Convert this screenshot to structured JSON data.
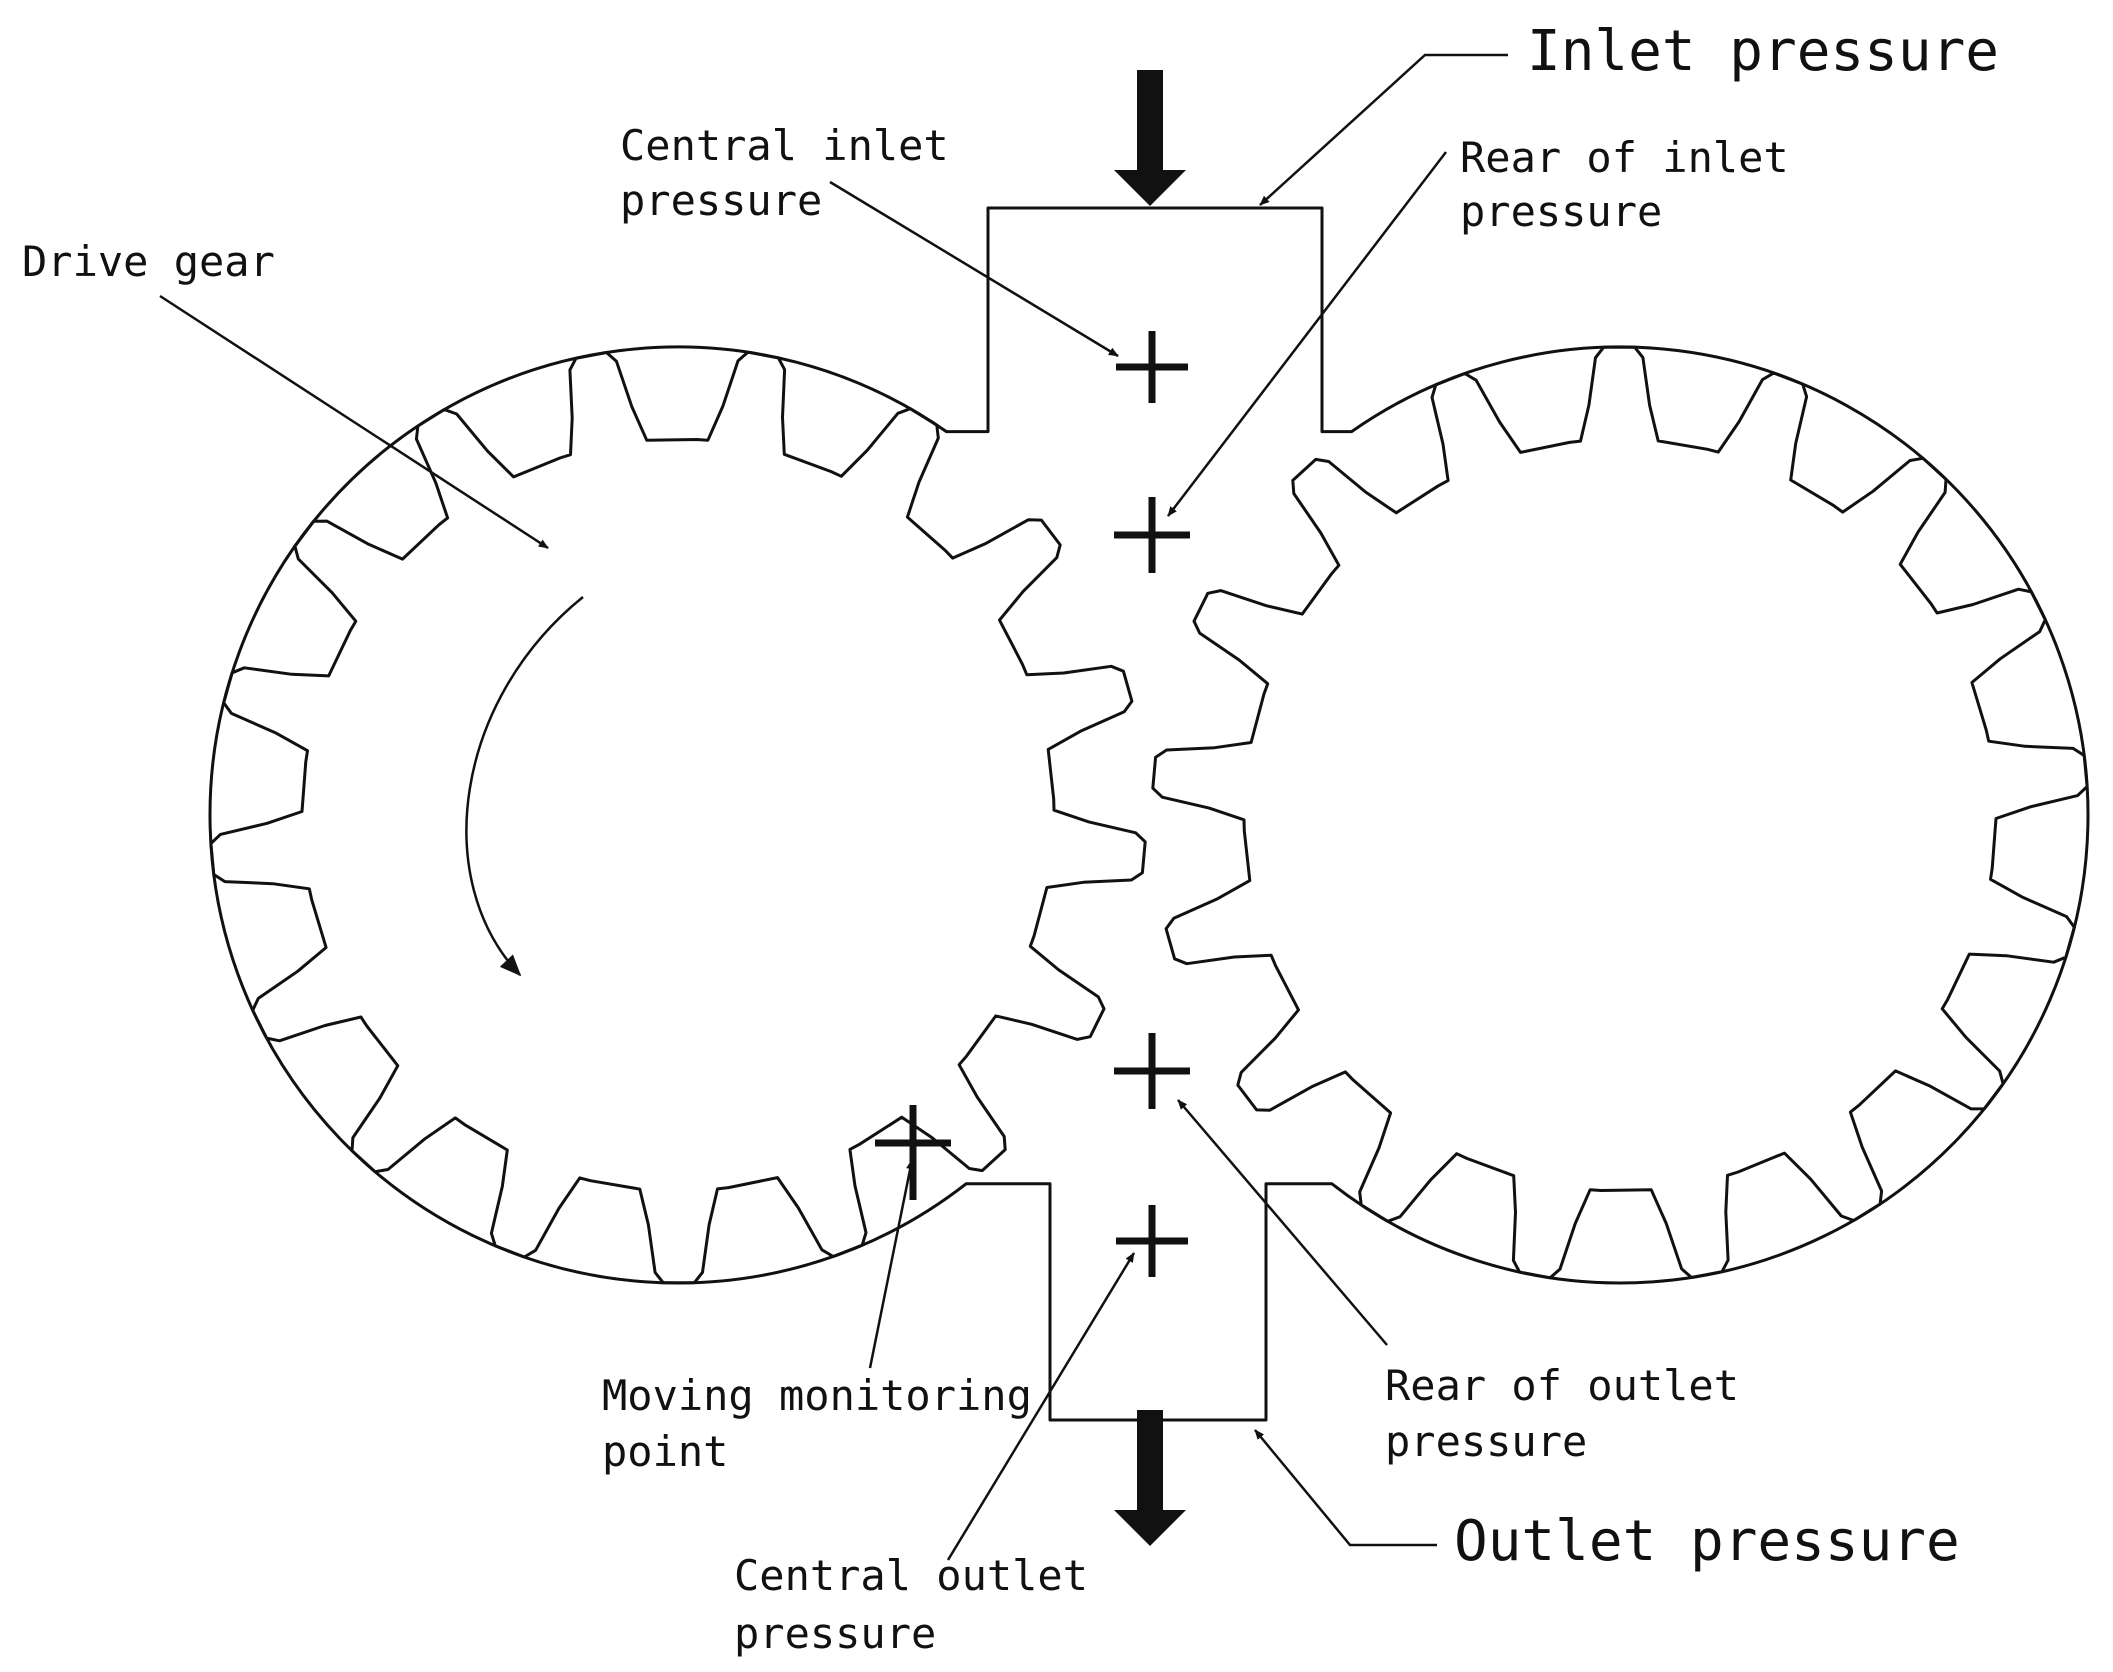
{
  "labels": {
    "inlet_pressure": "Inlet pressure",
    "outlet_pressure": "Outlet pressure",
    "central_inlet": [
      "Central inlet",
      "pressure"
    ],
    "rear_inlet": [
      "Rear of inlet",
      "pressure"
    ],
    "drive_gear": "Drive gear",
    "moving_point": [
      "Moving monitoring",
      "point"
    ],
    "central_outlet": [
      "Central outlet",
      "pressure"
    ],
    "rear_outlet": [
      "Rear of outlet",
      "pressure"
    ]
  },
  "gears": {
    "teeth_count": 17
  },
  "colors": {
    "ink": "#111111",
    "background": "#ffffff"
  }
}
